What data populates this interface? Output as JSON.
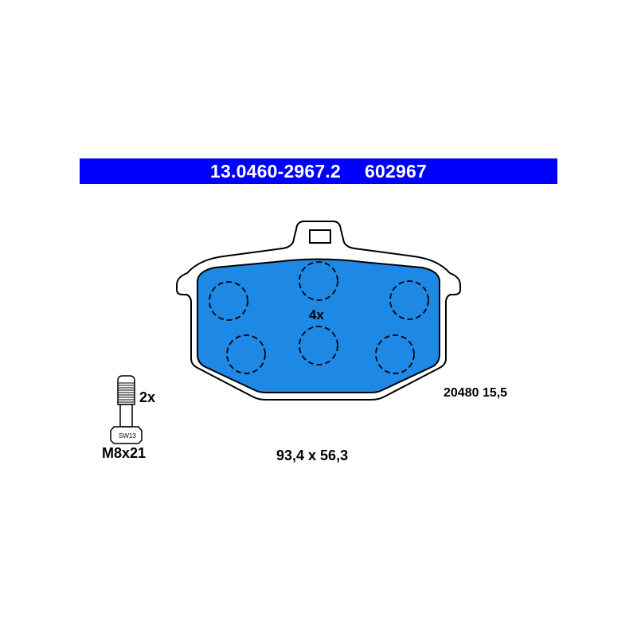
{
  "header": {
    "part_number": "13.0460-2967.2",
    "code": "602967",
    "background_color": "#0000ff",
    "text_color": "#ffffff"
  },
  "pad": {
    "fill_color": "#1e88e5",
    "outline_color": "#000000",
    "insert_count_label": "4x"
  },
  "bolt": {
    "quantity_label": "2x",
    "wrench_size_label": "SW13",
    "thread_label": "M8x21"
  },
  "reference_label": "20480 15,5",
  "dimensions_label": "93,4 x 56,3"
}
